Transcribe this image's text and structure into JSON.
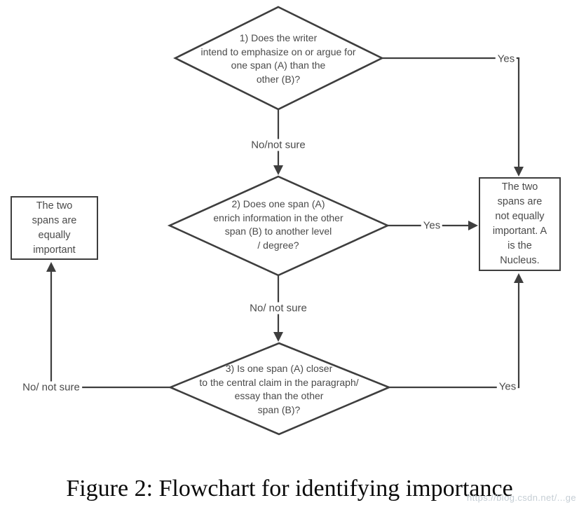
{
  "flowchart": {
    "decisions": [
      {
        "id": 1,
        "text": "1) Does the writer\nintend to emphasize on or argue for\none span (A) than the\nother (B)?"
      },
      {
        "id": 2,
        "text": "2) Does one span (A)\nenrich information in the other\nspan (B) to another level\n/ degree?"
      },
      {
        "id": 3,
        "text": "3) Is one span (A) closer\nto the central claim in the paragraph/\nessay than the other\nspan (B)?"
      }
    ],
    "outcomes": {
      "equal": "The two\nspans are\nequally\nimportant",
      "unequal": "The two\nspans are\nnot equally\nimportant. A\nis the\nNucleus."
    },
    "edge_labels": {
      "d1_yes": "Yes",
      "d1_no": "No/not sure",
      "d2_yes": "Yes",
      "d2_no": "No/ not sure",
      "d3_no": "No/ not sure",
      "d3_yes": "Yes"
    },
    "colors": {
      "line": "#3e3e3e",
      "text": "#4a4a4a",
      "background": "#ffffff"
    }
  },
  "caption": "Figure 2: Flowchart for identifying importance",
  "watermark": "https://blog.csdn.net/...ge"
}
